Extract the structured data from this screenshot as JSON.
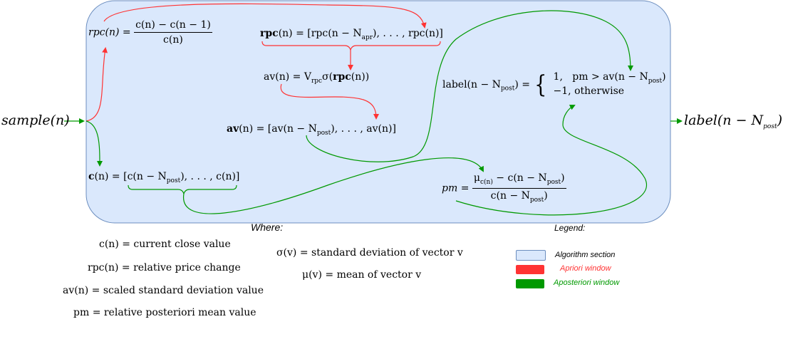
{
  "input": "sample(n)",
  "output": "label(n − N",
  "output_sub": "post",
  "output_close": ")",
  "equations": {
    "rpc_lhs": "rpc(n) = ",
    "rpc_num": "c(n) − c(n − 1)",
    "rpc_den": "c(n)",
    "rpcvec_lhs": "rpc",
    "rpcvec_mid": "(n) = [rpc(n − N",
    "rpcvec_sub": "apr",
    "rpcvec_end": "), . . . , rpc(n)]",
    "av_text": "av(n) = V",
    "av_sub": "rpc",
    "av_mid": "σ(",
    "av_bold": "rpc",
    "av_end": "(n))",
    "avvec_lhs": "av",
    "avvec_mid": "(n) = [av(n − N",
    "avvec_sub": "post",
    "avvec_end": "), . . . , av(n)]",
    "cvec_lhs": "c",
    "cvec_mid": "(n) = [c(n − N",
    "cvec_sub": "post",
    "cvec_end": "), . . . , c(n)]",
    "label_lhs": "label(n − N",
    "label_sub": "post",
    "label_eq": ") = ",
    "case1_val": "1,",
    "case1_cond": "pm > av(n − N",
    "case1_sub": "post",
    "case1_end": ")",
    "case2_val": "−1,",
    "case2_cond": "otherwise",
    "pm_lhs": "pm = ",
    "pm_num_mu": "μ",
    "pm_num_sub": "c(n)",
    "pm_num_rest": " − c(n − N",
    "pm_num_sub2": "post",
    "pm_num_end": ")",
    "pm_den": "c(n − N",
    "pm_den_sub": "post",
    "pm_den_end": ")"
  },
  "where": {
    "title": "Where:",
    "items": [
      "c(n) = current close value",
      "rpc(n) = relative price change",
      "av(n) = scaled standard deviation value",
      "pm = relative posteriori mean value"
    ],
    "items2": [
      "σ(v) = standard deviation of vector v",
      "μ(v) = mean of vector v"
    ]
  },
  "legend": {
    "title": "Legend:",
    "items": [
      {
        "label": "Algorithm section",
        "color": "#dae8fc",
        "text_color": "#000000"
      },
      {
        "label": "Apriori window",
        "color": "#ff3333",
        "text_color": "#ff3333"
      },
      {
        "label": "Aposteriori window",
        "color": "#009900",
        "text_color": "#009900"
      }
    ]
  },
  "colors": {
    "section_fill": "#dae8fc",
    "section_stroke": "#6c8ebf",
    "apriori": "#ff3333",
    "aposteriori": "#009900"
  }
}
